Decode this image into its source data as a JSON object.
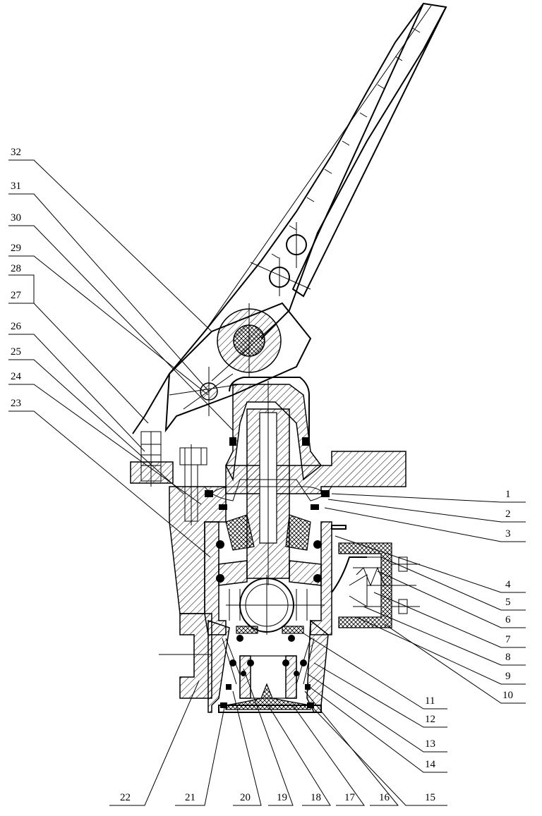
{
  "drawing": {
    "callouts_left": [
      "32",
      "31",
      "30",
      "29",
      "28",
      "27",
      "26",
      "25",
      "24",
      "23"
    ],
    "callouts_right": [
      "1",
      "2",
      "3",
      "4",
      "5",
      "6",
      "7",
      "8",
      "9",
      "10",
      "11",
      "12",
      "13",
      "14",
      "15"
    ],
    "callouts_bottom": [
      "22",
      "21",
      "20",
      "19",
      "18",
      "17",
      "16"
    ]
  }
}
